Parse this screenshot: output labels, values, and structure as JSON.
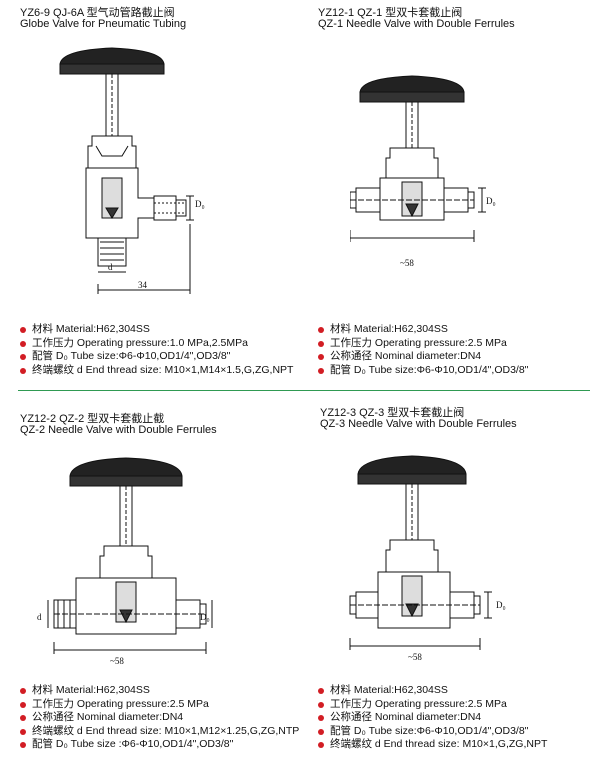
{
  "colors": {
    "bullet": "#d21d24",
    "divider": "#2f9a52",
    "line": "#111111",
    "knob": "#222222"
  },
  "panels": [
    {
      "code": "YZ6-9 QJ-6A 型气动管路截止阀",
      "name": "Globe Valve for Pneumatic Tubing",
      "dim_labels": {
        "d0": "D₀",
        "d": "d",
        "length": "34"
      },
      "specs": [
        "材料 Material:H62,304SS",
        "工作压力 Operating pressure:1.0 MPa,2.5MPa",
        "配管 D₀ Tube size:Φ6-Φ10,OD1/4\",OD3/8\"",
        "终端螺纹 d End thread size: M10×1,M14×1.5,G,ZG,NPT"
      ]
    },
    {
      "code": "YZ12-1 QZ-1 型双卡套截止阀",
      "name": "QZ-1 Needle Valve with Double Ferrules",
      "dim_labels": {
        "d0": "D₀",
        "length": "~58"
      },
      "specs": [
        "材料 Material:H62,304SS",
        "工作压力 Operating pressure:2.5 MPa",
        "公称通径 Nominal diameter:DN4",
        "配管 D₀ Tube size:Φ6-Φ10,OD1/4\",OD3/8\""
      ]
    },
    {
      "code": "YZ12-2 QZ-2 型双卡套截止截",
      "name": "QZ-2 Needle Valve with Double Ferrules",
      "dim_labels": {
        "d0": "D₀",
        "d": "d",
        "length": "~58"
      },
      "specs": [
        "材料 Material:H62,304SS",
        "工作压力 Operating pressure:2.5 MPa",
        "公称通径 Nominal diameter:DN4",
        "终端螺纹 d End thread size: M10×1,M12×1.25,G,ZG,NTP",
        "配管 D₀ Tube size :Φ6-Φ10,OD1/4\",OD3/8\""
      ]
    },
    {
      "code": "YZ12-3 QZ-3 型双卡套截止阀",
      "name": "QZ-3 Needle Valve with Double Ferrules",
      "dim_labels": {
        "d0": "D₀",
        "length": "~58"
      },
      "specs": [
        "材料 Material:H62,304SS",
        "工作压力 Operating pressure:2.5 MPa",
        "公称通径 Nominal diameter:DN4",
        "配管 D₀ Tube size:Φ6-Φ10,OD1/4\",OD3/8\"",
        "终端螺纹 d End thread size: M10×1,G,ZG,NPT"
      ]
    }
  ]
}
